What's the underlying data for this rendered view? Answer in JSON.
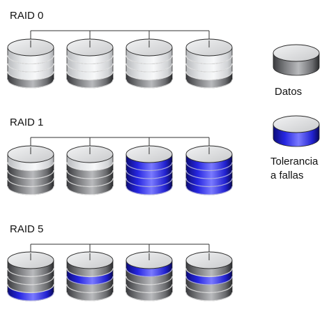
{
  "colors": {
    "data_light": "#e9eaec",
    "data_mid": "#bdbec1",
    "data_dark": "#5a5b5e",
    "data_darker": "#2e2f31",
    "fault_light": "#7c7cff",
    "fault_mid": "#2f2ff0",
    "fault_dark": "#101090",
    "white_layer": "#f4f5f6",
    "top_face": "#d8d9db",
    "connector": "#333333"
  },
  "groups": [
    {
      "label": "RAID 0",
      "disks": [
        [
          "white",
          "white",
          "white",
          "gray"
        ],
        [
          "white",
          "white",
          "white",
          "gray"
        ],
        [
          "white",
          "white",
          "white",
          "gray"
        ],
        [
          "white",
          "white",
          "white",
          "gray"
        ]
      ]
    },
    {
      "label": "RAID 1",
      "disks": [
        [
          "white",
          "gray",
          "gray",
          "gray"
        ],
        [
          "white",
          "gray",
          "gray",
          "gray"
        ],
        [
          "blue",
          "blue",
          "blue",
          "blue"
        ],
        [
          "blue",
          "blue",
          "blue",
          "blue"
        ]
      ]
    },
    {
      "label": "RAID 5",
      "disks": [
        [
          "gray",
          "gray",
          "gray",
          "blue"
        ],
        [
          "gray",
          "blue",
          "gray",
          "gray"
        ],
        [
          "blue",
          "gray",
          "gray",
          "gray"
        ],
        [
          "gray",
          "blue",
          "gray",
          "gray"
        ]
      ]
    }
  ],
  "legend": [
    {
      "kind": "gray",
      "label": "Datos"
    },
    {
      "kind": "blue",
      "label": "Tolerancia\na fallas"
    }
  ]
}
